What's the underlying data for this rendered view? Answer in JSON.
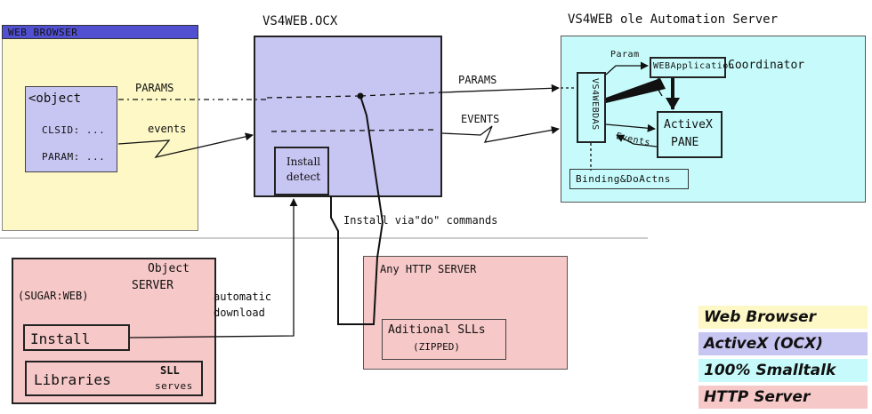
{
  "colors": {
    "browser": "#fdf8c6",
    "ocx": "#c7c5f1",
    "smalltalk": "#c7fbfb",
    "http": "#f7c8c8",
    "titlebar": "#5050d0"
  },
  "browser": {
    "title": "WEB BROWSER",
    "object_tag": "<object",
    "clsid": "CLSID: ...",
    "param": "PARAM: ..."
  },
  "ocx": {
    "title": "VS4WEB.OCX",
    "install_detect": "Install detect"
  },
  "server": {
    "title": "VS4WEB  ole Automation Server",
    "vs4webdas": "VS4WEBDAS",
    "web_app": "WEBApplication",
    "coordinator": "Coordinator",
    "activex_pane_line1": "ActiveX",
    "activex_pane_line2": "PANE",
    "binding": "Binding&DoActns",
    "param_small": "Param",
    "events_small": "Events"
  },
  "arrows": {
    "params_left": "PARAMS",
    "events_left": "events",
    "params_right": "PARAMS",
    "events_right": "EVENTS",
    "install_cmds": "Install via\"do\" commands",
    "auto_download": "automatic download"
  },
  "object_server": {
    "title_line1": "Object",
    "title_line2": "SERVER",
    "sugar": "(SUGAR:WEB)",
    "install": "Install",
    "libraries": "Libraries",
    "sll": "SLL",
    "serves": "serves"
  },
  "http_server": {
    "title": "Any HTTP SERVER",
    "additional_line1": "Aditional SLLs",
    "additional_line2": "(ZIPPED)"
  },
  "legend": [
    {
      "label": "Web Browser",
      "color": "#fdf8c6"
    },
    {
      "label": "ActiveX (OCX)",
      "color": "#c7c5f1"
    },
    {
      "label": "100% Smalltalk",
      "color": "#c7fbfb"
    },
    {
      "label": "HTTP Server",
      "color": "#f7c8c8"
    }
  ]
}
